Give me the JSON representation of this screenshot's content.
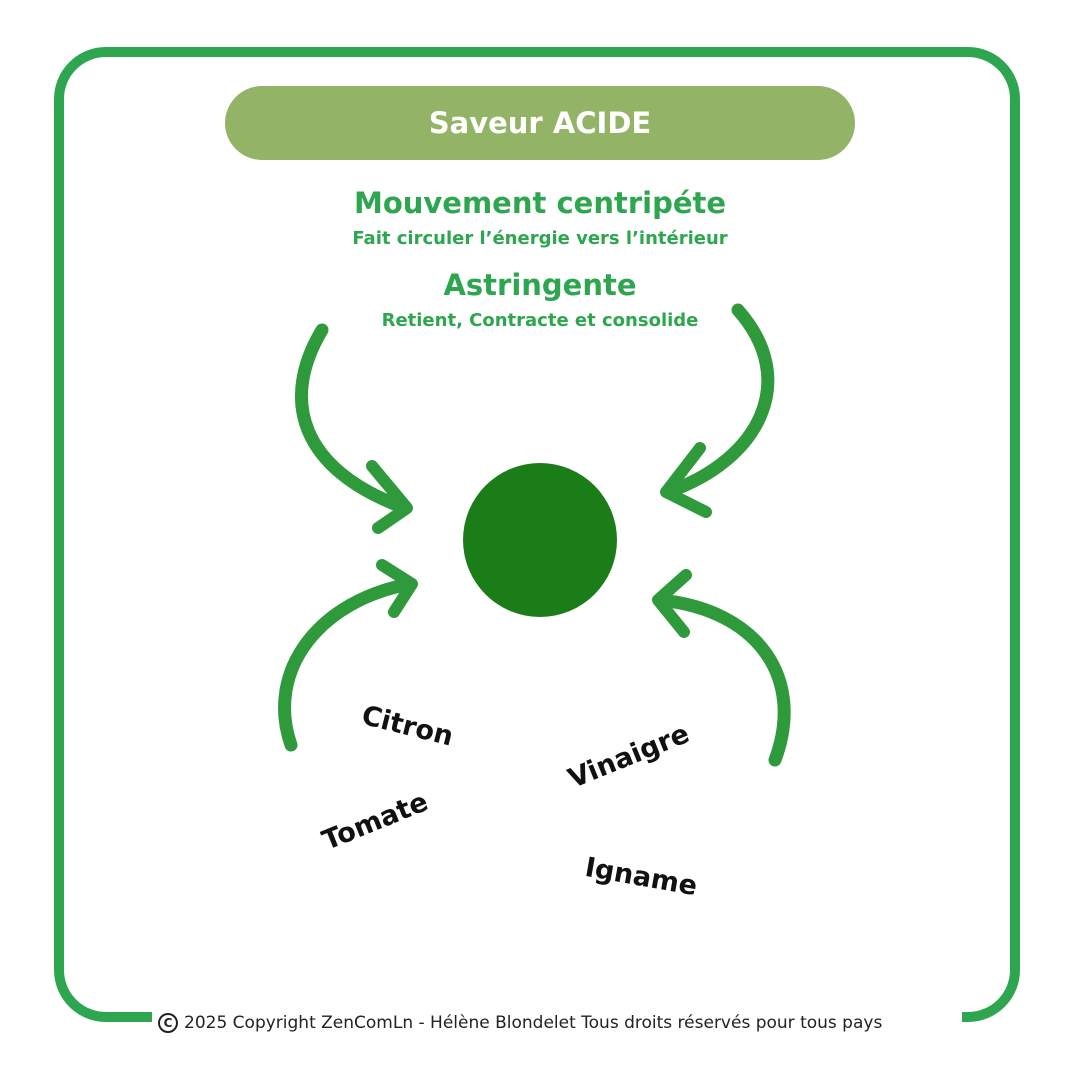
{
  "title": "Saveur ACIDE",
  "section1": {
    "heading": "Mouvement centripéte",
    "subtitle": "Fait circuler l’énergie vers l’intérieur"
  },
  "section2": {
    "heading": "Astringente",
    "subtitle": "Retient, Contracte et consolide"
  },
  "foods": {
    "citron": "Citron",
    "tomate": "Tomate",
    "vinaigre": "Vinaigre",
    "igname": "Igname"
  },
  "footer": {
    "icon": "copyright-icon",
    "text": "2025 Copyright  ZenComLn - Hélène Blondelet  Tous droits réservés pour tous pays"
  },
  "colors": {
    "frame": "#2ea64f",
    "pill": "#93b466",
    "heading_text": "#2ea64f",
    "center_circle": "#1b7d17",
    "arrows": "#2f9a3c"
  }
}
